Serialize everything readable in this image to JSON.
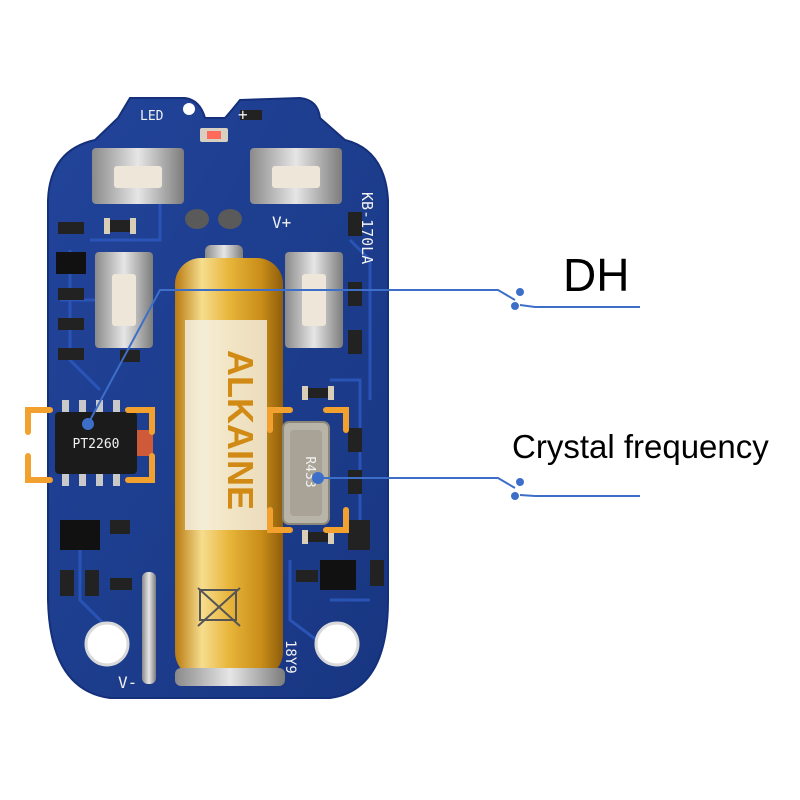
{
  "callouts": {
    "dh": "DH",
    "crystal": "Crystal frequency"
  },
  "board": {
    "silk_led": "LED",
    "silk_plus": "+",
    "silk_vplus": "V+",
    "silk_vminus": "V-",
    "silk_model": "KB-170LA",
    "silk_chip": "PT2260",
    "silk_crystal": "R433",
    "silk_date": "18Y9",
    "battery_brand": "ALKAINE"
  },
  "colors": {
    "pcb": "#1f3f93",
    "pcb_dark": "#172f72",
    "trace": "#2a55b8",
    "battery_gold": "#e0a320",
    "battery_light": "#f6dd8e",
    "callout_line": "#3d6fc9",
    "bracket": "#f2a12e",
    "chip": "#1b1b1b",
    "crystal": "#b9b4a8"
  }
}
